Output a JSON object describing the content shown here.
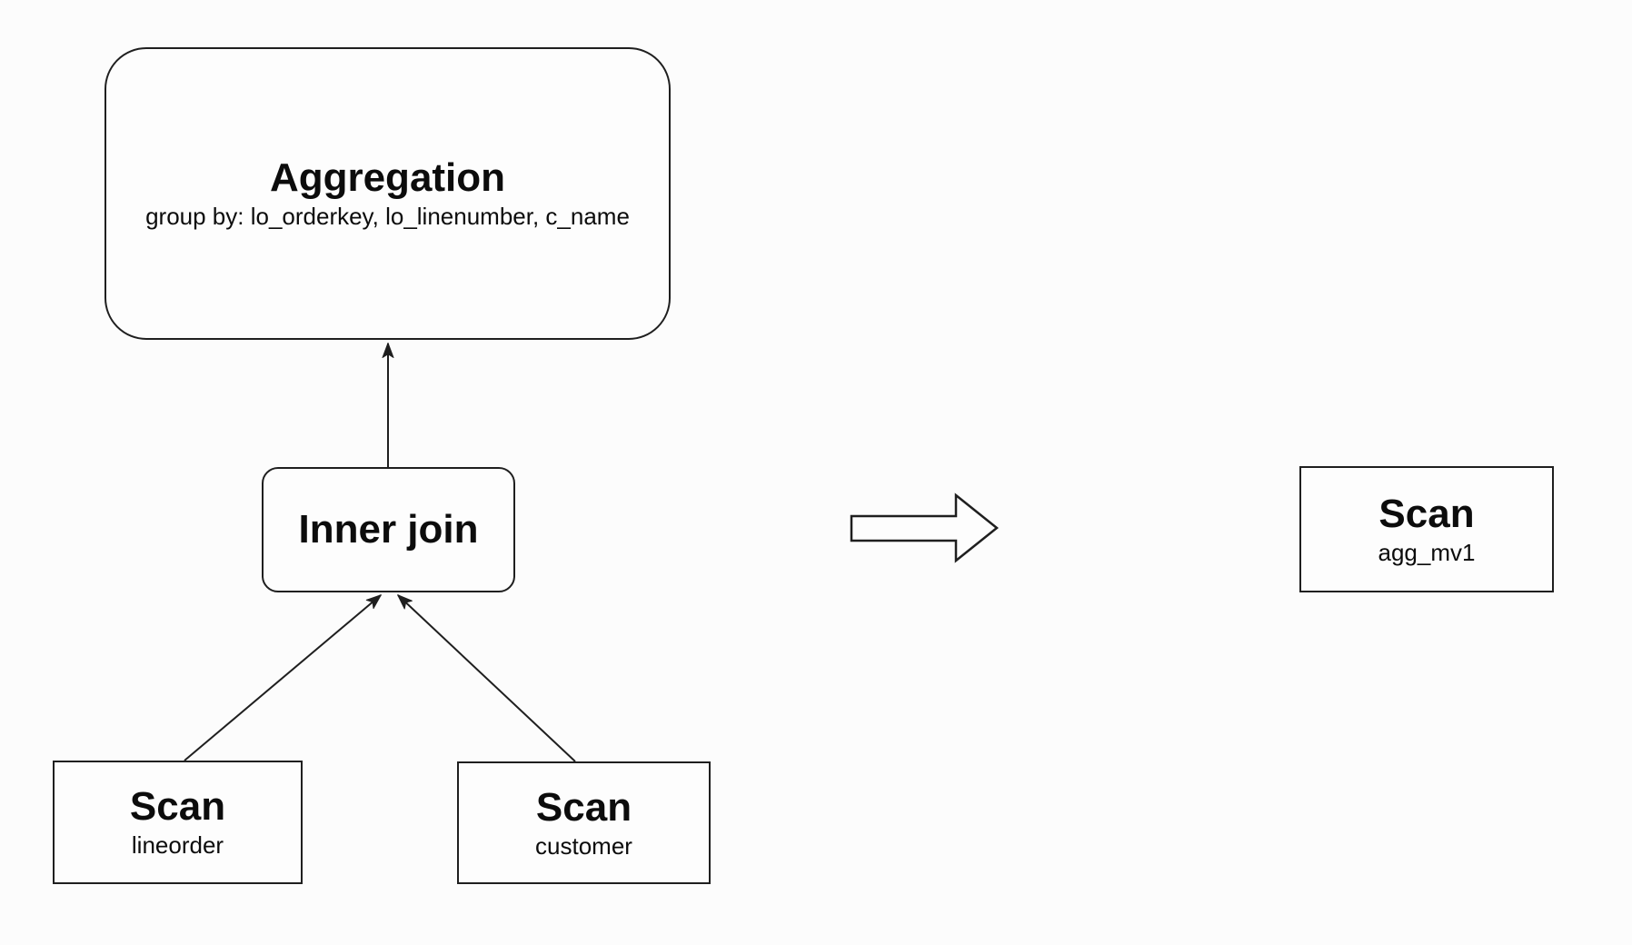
{
  "colors": {
    "background": "#fcfcfc",
    "node-fill": "#fdfdfd",
    "stroke": "#1f1f1f",
    "text": "#0c0c0c"
  },
  "nodes": {
    "aggregation": {
      "title": "Aggregation",
      "subtitle": "group by: lo_orderkey, lo_linenumber, c_name"
    },
    "inner_join": {
      "title": "Inner join"
    },
    "scan_lineorder": {
      "title": "Scan",
      "subtitle": "lineorder"
    },
    "scan_customer": {
      "title": "Scan",
      "subtitle": "customer"
    },
    "scan_agg_mv1": {
      "title": "Scan",
      "subtitle": "agg_mv1"
    }
  },
  "edges": [
    {
      "from": "scan_lineorder",
      "to": "inner_join",
      "arrowhead": "filled-triangle"
    },
    {
      "from": "scan_customer",
      "to": "inner_join",
      "arrowhead": "filled-triangle"
    },
    {
      "from": "inner_join",
      "to": "aggregation",
      "arrowhead": "filled-triangle"
    }
  ],
  "rewrite_arrow": {
    "shape": "outlined-block-arrow",
    "direction": "right"
  }
}
